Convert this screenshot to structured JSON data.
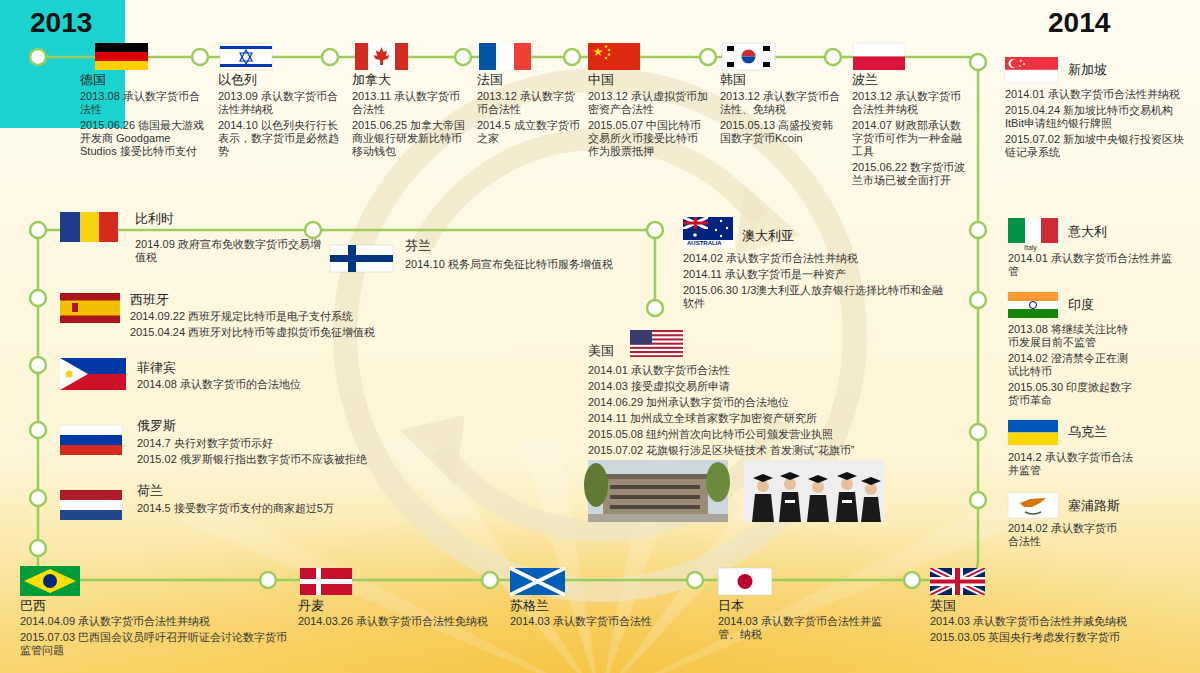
{
  "diagram": {
    "labels": [
      "2013",
      "2014",
      "德国",
      "2013.08 承认数字货币合法性",
      "2015.06.26 德国最大游戏开发商 Goodgame Studios 接受比特币支付",
      "以色列",
      "2013.09 承认数字货币合法性并纳税",
      "2014.10 以色列央行行长表示，数字货币是必然趋势",
      "加拿大",
      "2013.11 承认数字货币合法性",
      "2015.06.25 加拿大帝国商业银行研发新比特币移动钱包",
      "法国",
      "2013.12 承认数字货币合法性",
      "2014.5 成立数字货币之家",
      "中国",
      "2013.12 承认虚拟货币加密资产合法性",
      "2015.05.07 中国比特币交易所火币接受比特币作为股票抵押",
      "韩国",
      "2013.12 承认数字货币合法性、免纳税",
      "2015.05.13 高盛投资韩国数字货币Kcoin",
      "波兰",
      "2013.12 承认数字货币合法性并纳税",
      "2014.07 财政部承认数字货币可作为一种金融工具",
      "2015.06.22 数字货币波兰市场已被全面打开",
      "新加坡",
      "2014.01 承认数字货币合法性并纳税",
      "2015.04.24 新加坡比特币交易机构ItBit申请纽约银行牌照",
      "2015.07.02 新加坡中央银行投资区块链记录系统",
      "意大利",
      "Italy",
      "2014.01 承认数字货币合法性并监管",
      "印度",
      "2013.08 将继续关注比特币发展目前不监管",
      "2014.02 澄清禁令正在测试比特币",
      "2015.05.30 印度掀起数字货币革命",
      "乌克兰",
      "2014.2 承认数字货币合法并监管",
      "塞浦路斯",
      "2014.02 承认数字货币合法性",
      "英国",
      "2014.03 承认数字货币合法性并减免纳税",
      "2015.03.05 英国央行考虑发行数字货币",
      "日本",
      "2014.03 承认数字货币合法性并监管、纳税",
      "苏格兰",
      "2014.03 承认数字货币合法性",
      "丹麦",
      "2014.03.26 承认数字货币合法性免纳税",
      "巴西",
      "2014.04.09 承认数字货币合法性并纳税",
      "2015.07.03 巴西国会议员呼吁召开听证会讨论数字货币监管问题",
      "荷兰",
      "2014.5 接受数字货币支付的商家超过5万",
      "俄罗斯",
      "2014.7 央行对数字货币示好",
      "2015.02 俄罗斯银行指出数字货币不应该被拒绝",
      "菲律宾",
      "2014.08 承认数字货币的合法地位",
      "西班牙",
      "2014.09.22 西班牙规定比特币是电子支付系统",
      "2015.04.24 西班牙对比特币等虚拟货币免征增值税",
      "比利时",
      "2014.09 政府宣布免收数字货币交易增值税",
      "芬兰",
      "2014.10 税务局宣布免征比特币服务增值税",
      "澳大利亚",
      "AUSTRALIA",
      "2014.02 承认数字货币合法性并纳税",
      "2014.11 承认数字货币是一种资产",
      "2015.06.30 1/3澳大利亚人放弃银行选择比特币和金融软件",
      "美国",
      "2014.01 承认数字货币合法性",
      "2014.03 接受虚拟交易所申请",
      "2014.06.29 加州承认数字货币的合法地位",
      "2014.11 加州成立全球首家数字加密资产研究所",
      "2015.05.08 纽约州首次向比特币公司颁发营业执照",
      "2015.07.02 花旗银行涉足区块链技术 首发测试“花旗币”"
    ]
  }
}
